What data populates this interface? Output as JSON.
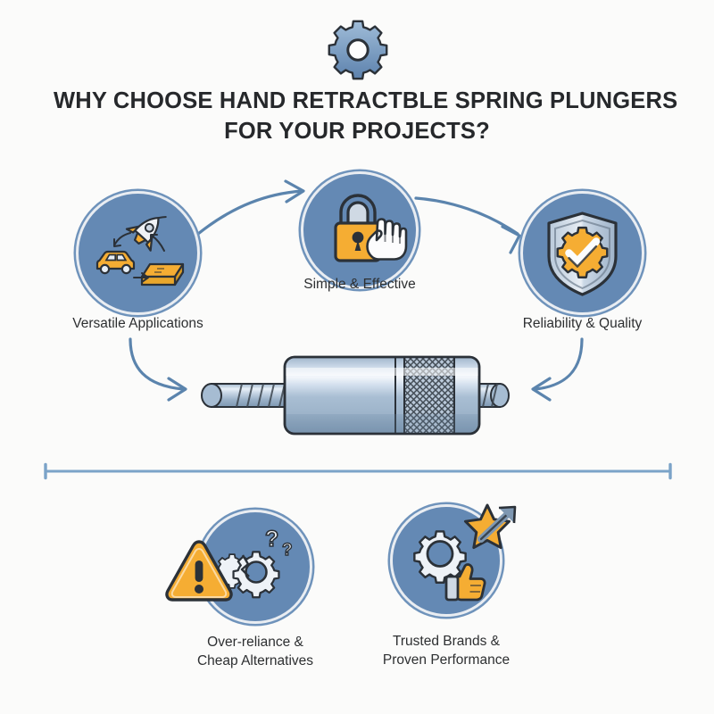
{
  "header": {
    "icon": "gear-icon",
    "title_lines": [
      "WHY CHOOSE HAND RETRACTBLE SPRING PLUNGERS",
      "FOR YOUR PROJECTS?"
    ]
  },
  "colors": {
    "background": "#fbfbfa",
    "circle_fill": "#6489b4",
    "circle_ring": "#6f93bb",
    "accent_orange": "#f5ad33",
    "accent_orange_dark": "#e09a1f",
    "arrow_blue": "#5b84ad",
    "divider_blue": "#7ba3c8",
    "text_dark": "#26282b",
    "metal_light": "#e3ebf3",
    "metal_mid": "#a8bdd2",
    "metal_dark": "#7e97b1",
    "outline": "#2b3138"
  },
  "benefits": [
    {
      "id": "versatile",
      "label": "Versatile Applications",
      "icon": "rocket-car-goldbar-icon"
    },
    {
      "id": "simple",
      "label": "Simple & Effective",
      "icon": "padlock-hand-icon"
    },
    {
      "id": "reliability",
      "label": "Reliability & Quality",
      "icon": "shield-gear-check-icon"
    }
  ],
  "product": {
    "name": "hand-retractable-spring-plunger",
    "alt": "Hand retractable spring plunger with knurled grip and threaded body"
  },
  "divider": {
    "name": "section-divider"
  },
  "considerations": [
    {
      "id": "overreliance",
      "label_lines": [
        "Over-reliance &",
        "Cheap Alternatives"
      ],
      "icon": "warning-broken-gears-icon"
    },
    {
      "id": "trusted",
      "label_lines": [
        "Trusted Brands &",
        "Proven Performance"
      ],
      "icon": "gear-thumbsup-star-icon"
    }
  ],
  "connectors": [
    {
      "id": "versatile-to-simple",
      "from": "versatile",
      "to": "simple"
    },
    {
      "id": "simple-to-reliability",
      "from": "simple",
      "to": "reliability"
    },
    {
      "id": "versatile-to-product",
      "from": "versatile",
      "to": "product"
    },
    {
      "id": "reliability-to-product",
      "from": "reliability",
      "to": "product"
    }
  ]
}
